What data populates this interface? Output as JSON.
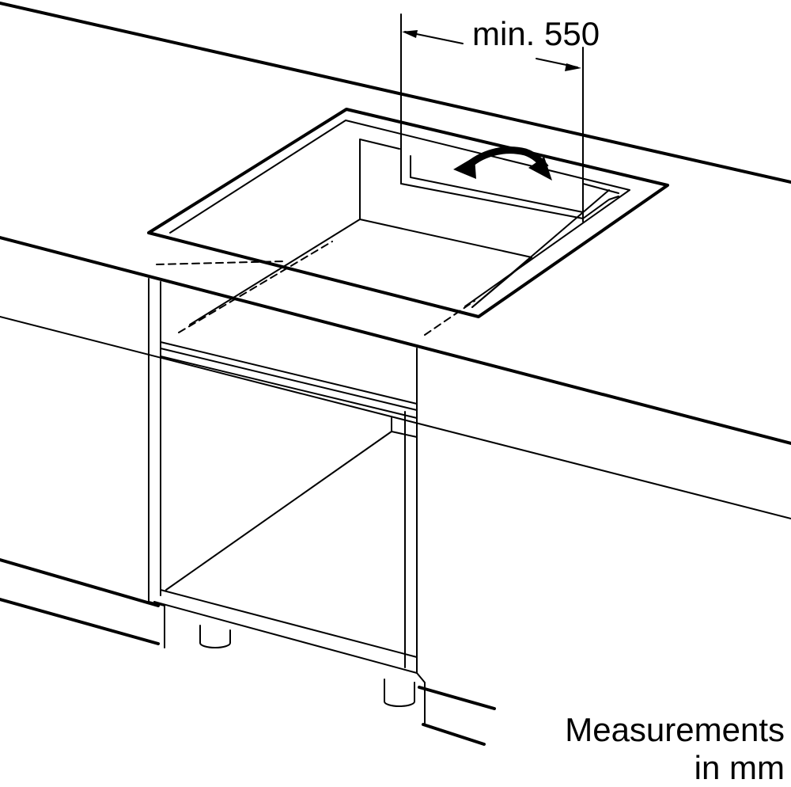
{
  "dimension": {
    "label": "min. 550"
  },
  "note": {
    "line1": "Measurements",
    "line2": "in mm"
  },
  "colors": {
    "line": "#000000",
    "background": "#ffffff"
  }
}
